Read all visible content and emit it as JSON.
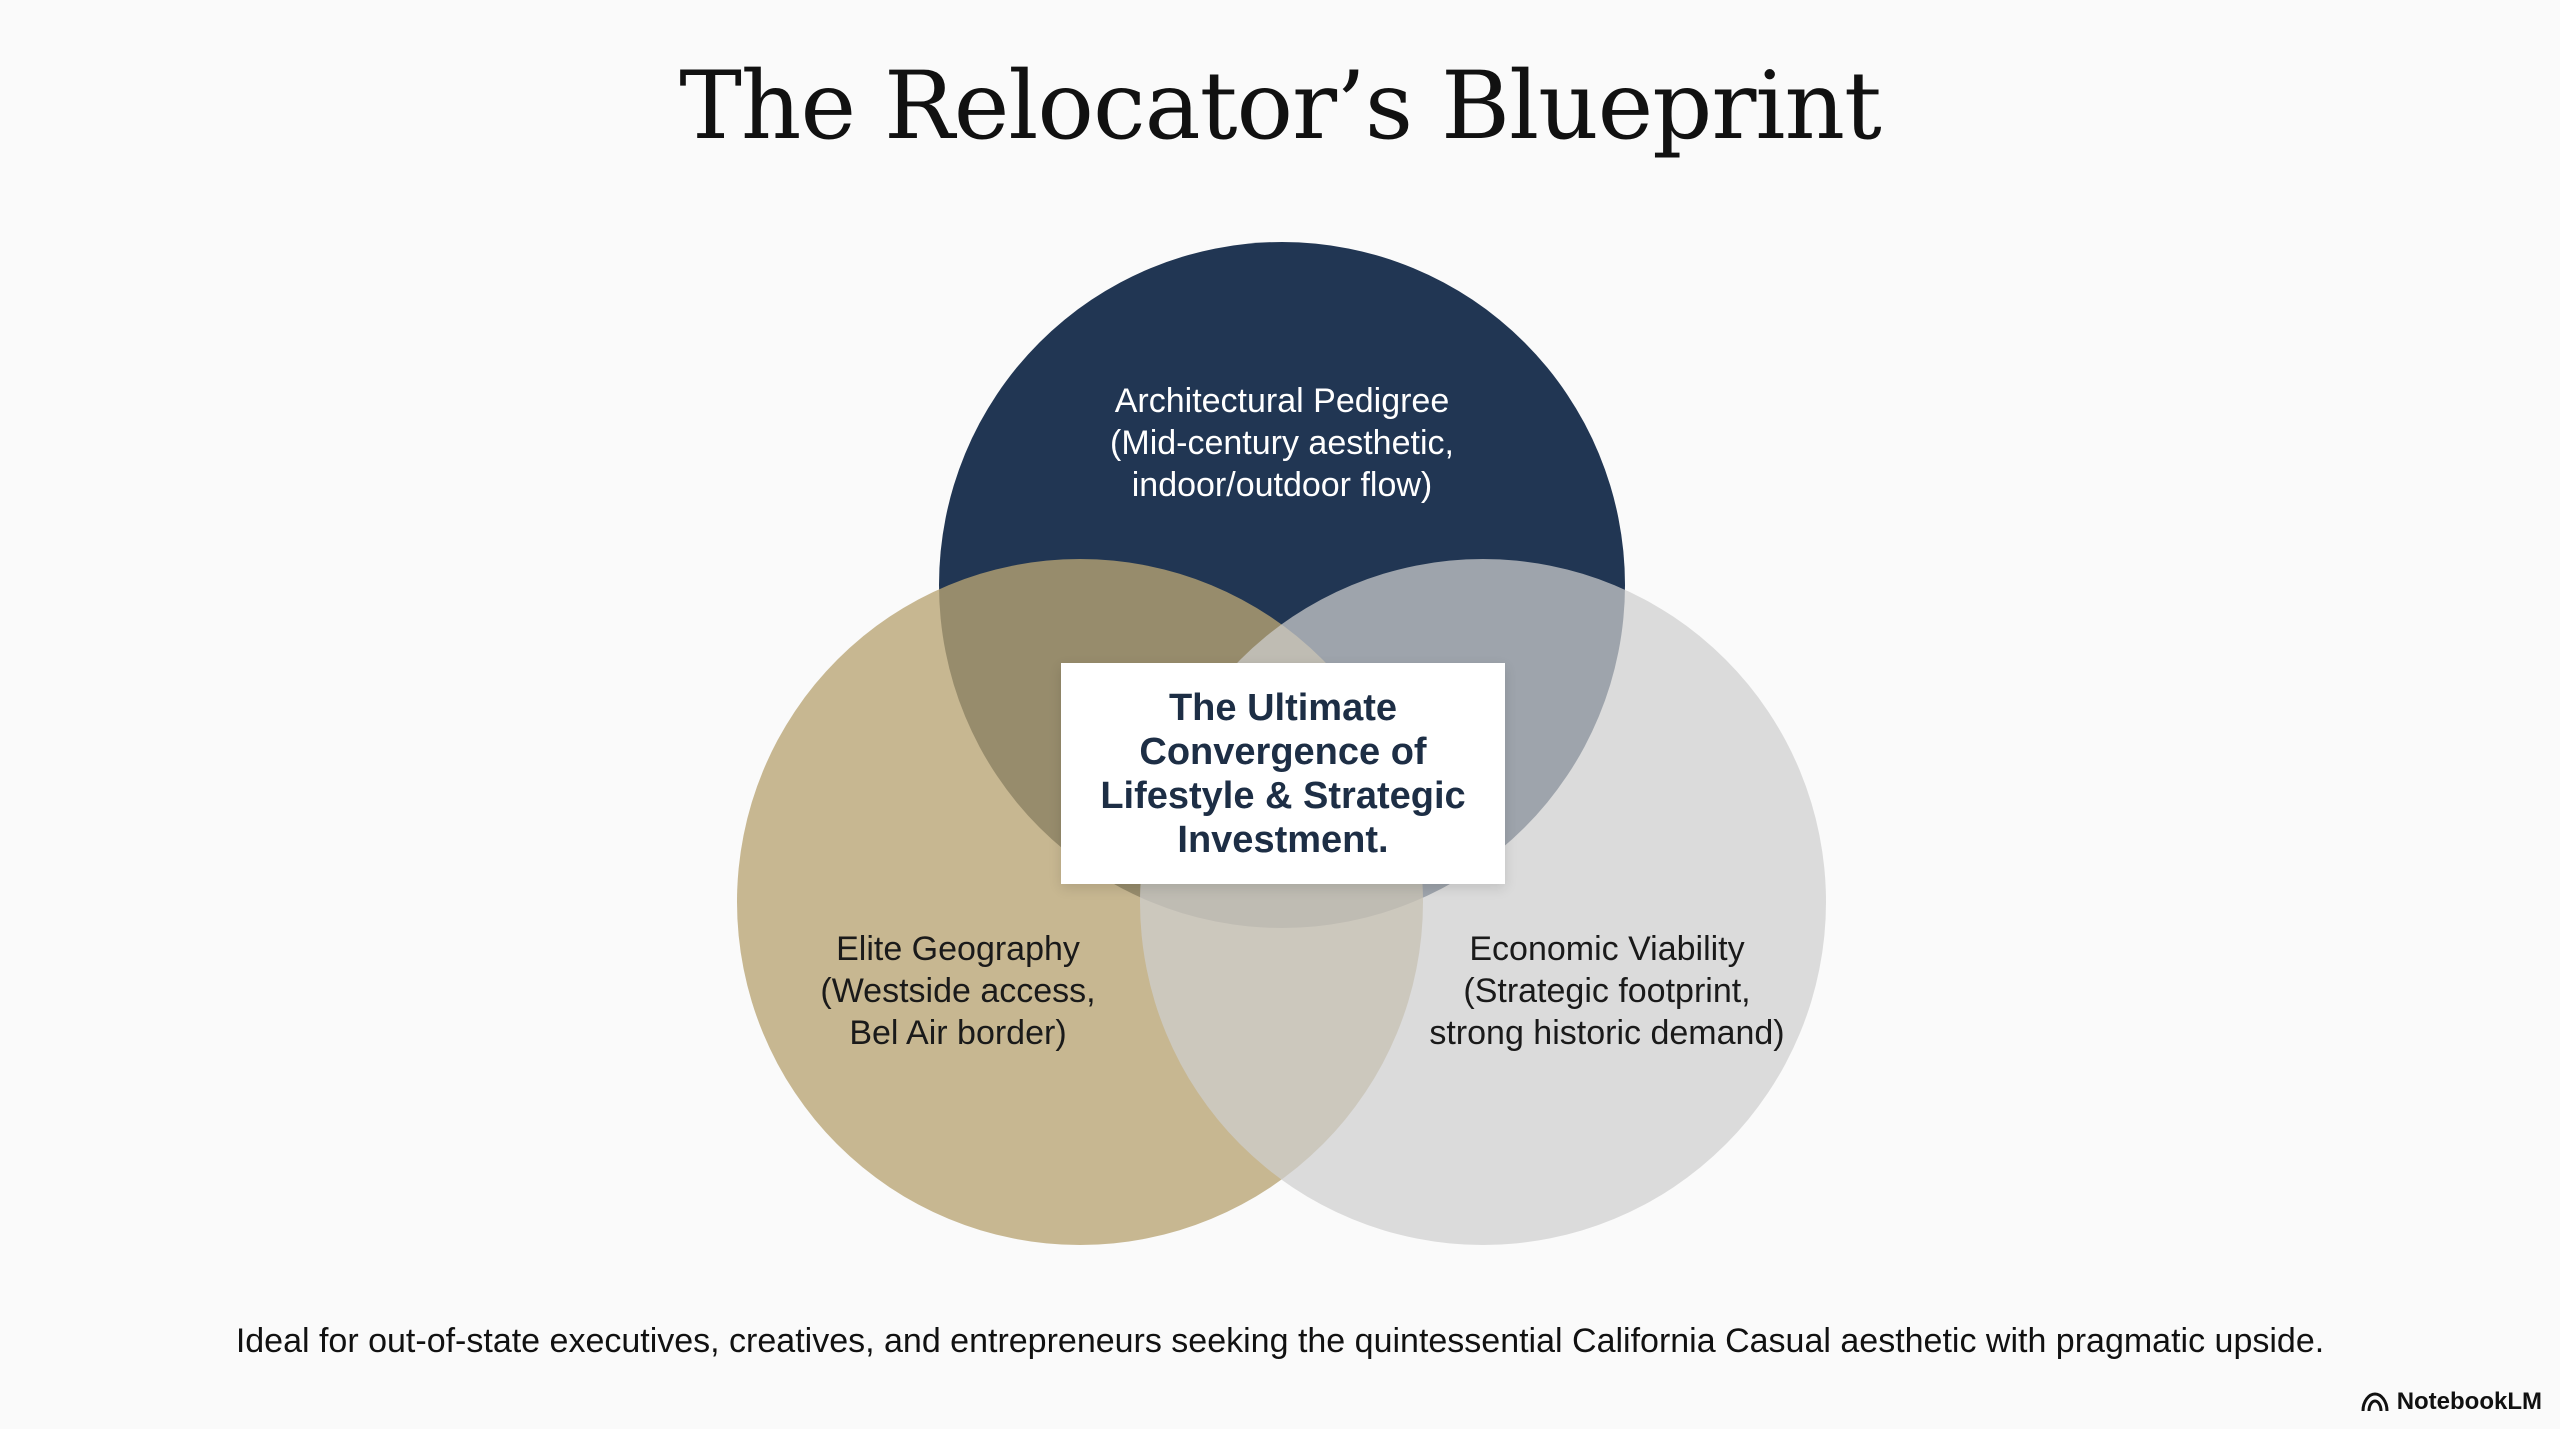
{
  "title": "The Relocator’s Blueprint",
  "circles": {
    "top": {
      "lines": [
        "Architectural Pedigree",
        "(Mid-century aesthetic,",
        "indoor/outdoor flow)"
      ],
      "color": "#1d3250"
    },
    "left": {
      "lines": [
        "Elite Geography",
        "(Westside access,",
        "Bel Air border)"
      ],
      "color": "#b9a473"
    },
    "right": {
      "lines": [
        "Economic Viability",
        "(Strategic footprint,",
        "strong historic demand)"
      ],
      "color": "#cfcfcf"
    }
  },
  "center": {
    "lines": [
      "The Ultimate",
      "Convergence of",
      "Lifestyle & Strategic",
      "Investment."
    ],
    "color": "#1d2e45"
  },
  "footer": "Ideal for out-of-state executives, creatives, and entrepreneurs seeking the quintessential California Casual aesthetic with pragmatic upside.",
  "brand": {
    "name": "NotebookLM",
    "icon": "notebooklm-logo-icon"
  }
}
